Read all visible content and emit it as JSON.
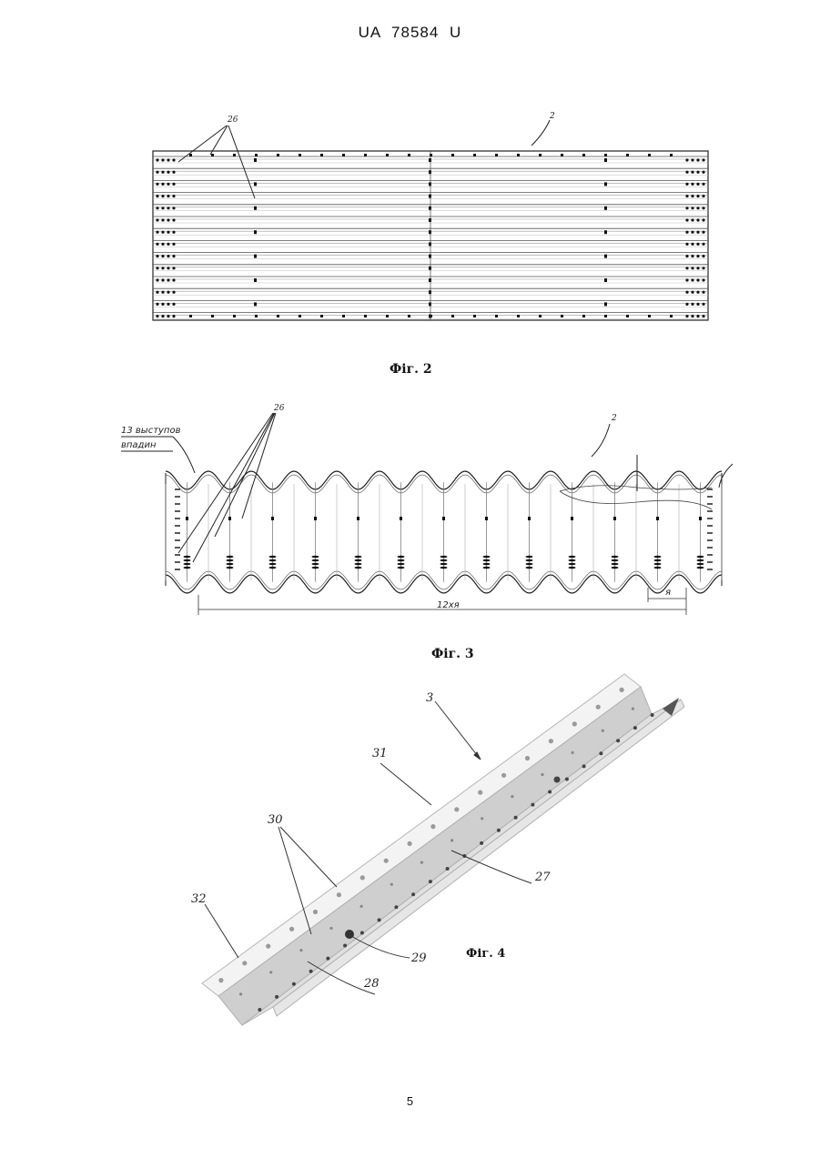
{
  "header": {
    "patent_number": "UA   78584   U"
  },
  "figures": {
    "fig2": {
      "caption": "Фіг. 2",
      "labels": {
        "holes": "26",
        "sheet": "2"
      }
    },
    "fig3": {
      "caption": "Фіг. 3",
      "labels": {
        "holes": "26",
        "sheet": "2",
        "count_line1": "13 выступов",
        "count_line2": "впадин",
        "dim_total": "12хя",
        "dim_pitch": "я"
      }
    },
    "fig4": {
      "caption": "Фіг. 4",
      "labels": {
        "profile": "3",
        "n31": "31",
        "n30": "30",
        "n27": "27",
        "n32": "32",
        "n29": "29",
        "n28": "28"
      }
    }
  },
  "footer": {
    "page_number": "5"
  }
}
